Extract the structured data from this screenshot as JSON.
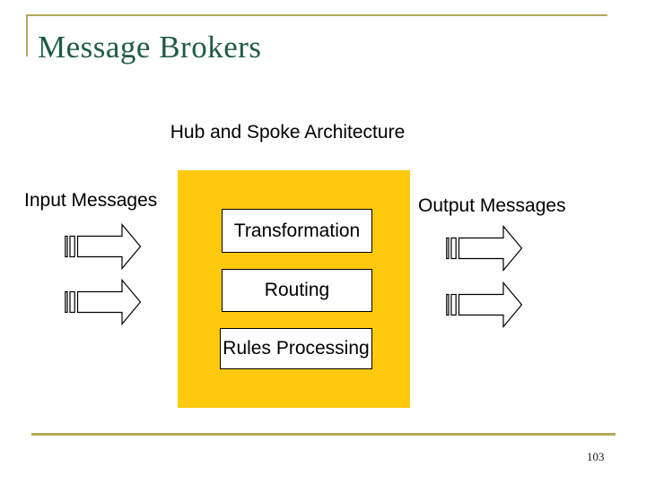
{
  "slide": {
    "title": "Message Brokers",
    "subtitle": "Hub and Spoke Architecture",
    "page_number": "103",
    "colors": {
      "title_green": "#1e5b46",
      "accent_line_gold": "#b6a75d",
      "hub_yellow": "#ffc90e",
      "box_fill": "#ffffff",
      "box_border": "#000000",
      "text_black": "#000000"
    }
  },
  "diagram": {
    "input_label": "Input Messages",
    "output_label": "Output Messages",
    "hub_components": [
      {
        "label": "Transformation"
      },
      {
        "label": "Routing"
      },
      {
        "label": "Rules Processing"
      }
    ],
    "icons": {
      "arrow": "striped-right-arrow"
    }
  }
}
